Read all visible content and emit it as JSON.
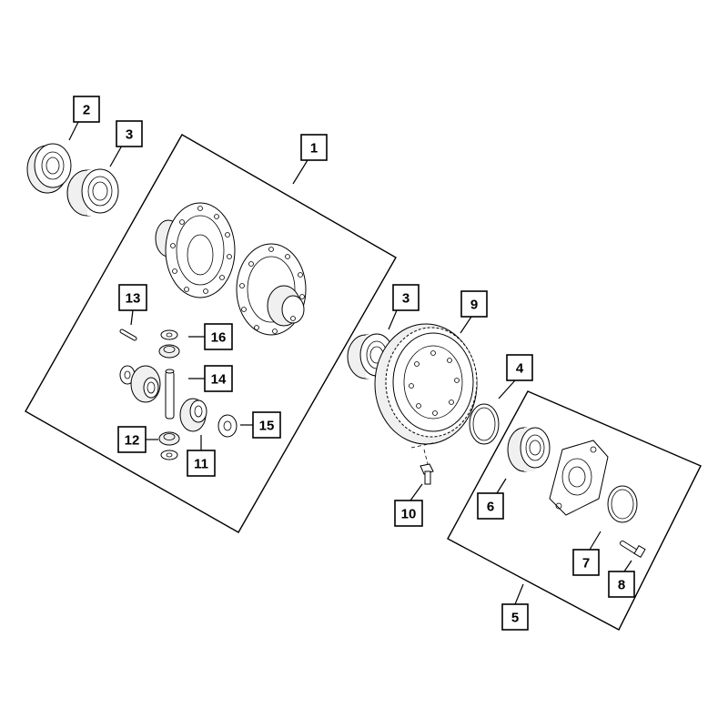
{
  "callouts": {
    "c1": "1",
    "c2": "2",
    "c3a": "3",
    "c3b": "3",
    "c4": "4",
    "c5": "5",
    "c6": "6",
    "c7": "7",
    "c8": "8",
    "c9": "9",
    "c10": "10",
    "c11": "11",
    "c12": "12",
    "c13": "13",
    "c14": "14",
    "c15": "15",
    "c16": "16"
  },
  "colors": {
    "line": "#000000",
    "background": "#ffffff"
  }
}
